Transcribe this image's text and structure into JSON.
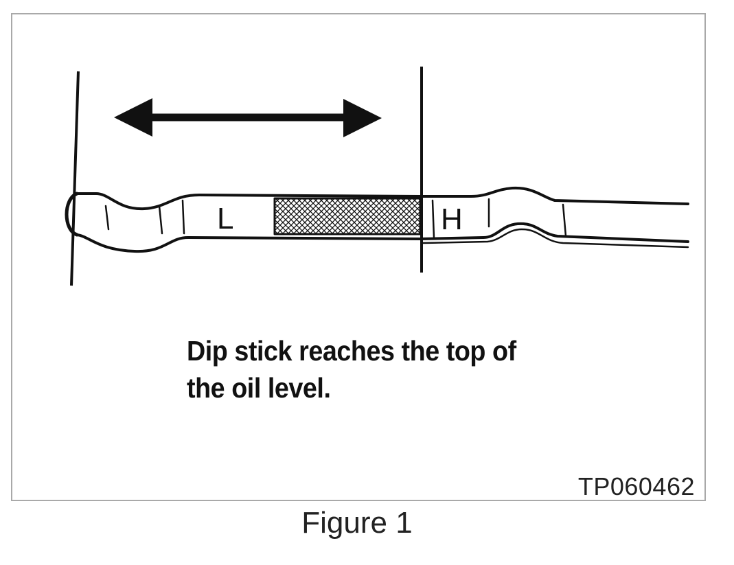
{
  "diagram": {
    "caption": "Dip stick reaches the top of the oil level.",
    "code": "TP060462",
    "figure_label": "Figure 1",
    "stick_marks": {
      "low": "L",
      "high": "H"
    },
    "icons": {
      "range_arrow": "double-headed-arrow-icon",
      "boundary_line": "vertical-boundary-line",
      "dipstick": "dipstick-drawing"
    },
    "colors": {
      "line": "#111111",
      "frame": "#a9a9a9",
      "background": "#ffffff"
    }
  }
}
